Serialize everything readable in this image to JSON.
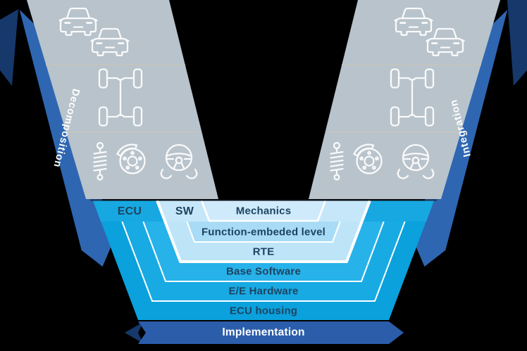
{
  "ribbons": {
    "left": "Decomposition",
    "right": "Integration",
    "bottom": "Implementation"
  },
  "groups": {
    "hw": "ECU",
    "sw": "SW"
  },
  "v_layers": [
    {
      "label": "Mechanics",
      "color": "#cfeafb"
    },
    {
      "label": "Function-embeded level",
      "color": "#a8dbf5"
    },
    {
      "label": "RTE",
      "color": "#bee4f8"
    },
    {
      "label": "Base Software",
      "color": "#27b2e9"
    },
    {
      "label": "E/E Hardware",
      "color": "#18aae3"
    },
    {
      "label": "ECU housing",
      "color": "#0aa1dc"
    }
  ],
  "side_bands": {
    "left": {
      "sections": [
        {
          "icons": [
            "car-icon",
            "car-icon"
          ]
        },
        {
          "icons": [
            "chassis-icon"
          ]
        },
        {
          "icons": [
            "suspension-spring-icon",
            "brake-disc-icon",
            "steering-wheel-icon"
          ]
        }
      ]
    },
    "right": {
      "sections": [
        {
          "icons": [
            "car-icon",
            "car-icon"
          ]
        },
        {
          "icons": [
            "chassis-icon"
          ]
        },
        {
          "icons": [
            "suspension-spring-icon",
            "brake-disc-icon",
            "steering-wheel-icon"
          ]
        }
      ]
    }
  },
  "colors": {
    "background": "#000000",
    "side_band_gray": "#b8c3cb",
    "ribbon_blue": "#2e66b2",
    "banner_blue": "#2b5dab",
    "dark_navy_accent": "#16386b",
    "ecu_group_header": "#17a8e1",
    "sw_group_header": "#c6e7f9",
    "label_text": "#1d4360",
    "separator_white": "#ffffff"
  }
}
